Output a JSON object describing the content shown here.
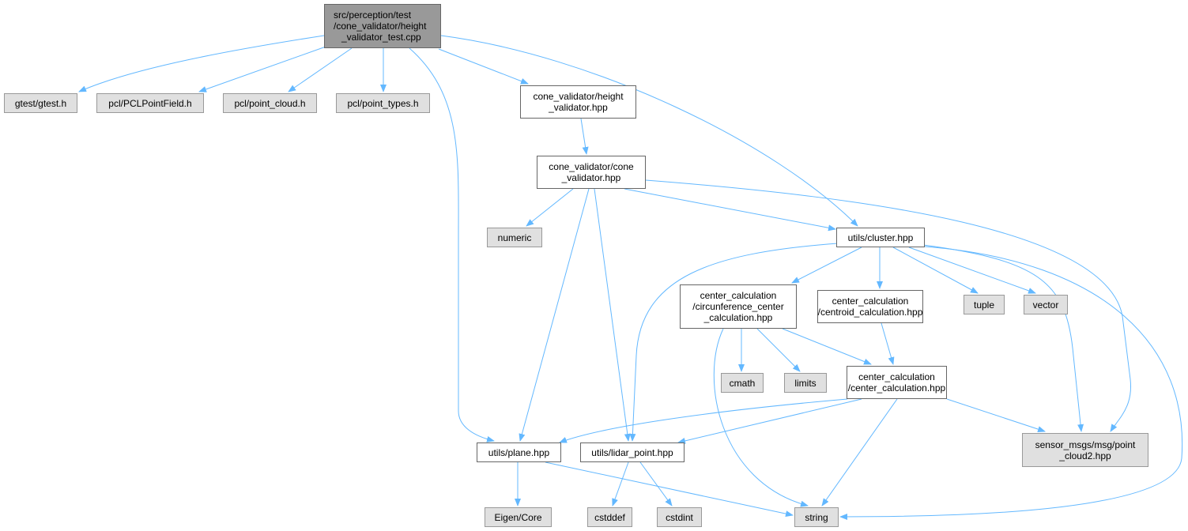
{
  "graph": {
    "edge_color": "#63b8ff",
    "nodes": {
      "root": [
        "src/perception/test",
        "/cone_validator/height",
        "_validator_test.cpp"
      ],
      "gtest": "gtest/gtest.h",
      "pcl_field": "pcl/PCLPointField.h",
      "pcl_cloud": "pcl/point_cloud.h",
      "pcl_types": "pcl/point_types.h",
      "height_validator": [
        "cone_validator/height",
        "_validator.hpp"
      ],
      "cone_validator": [
        "cone_validator/cone",
        "_validator.hpp"
      ],
      "numeric": "numeric",
      "cluster": "utils/cluster.hpp",
      "circ": [
        "center_calculation",
        "/circunference_center",
        "_calculation.hpp"
      ],
      "centroid": [
        "center_calculation",
        "/centroid_calculation.hpp"
      ],
      "tuple": "tuple",
      "vector": "vector",
      "cmath": "cmath",
      "limits": "limits",
      "center": [
        "center_calculation",
        "/center_calculation.hpp"
      ],
      "pc2": [
        "sensor_msgs/msg/point",
        "_cloud2.hpp"
      ],
      "plane": "utils/plane.hpp",
      "lidar": "utils/lidar_point.hpp",
      "eigen": "Eigen/Core",
      "string": "string",
      "cstddef": "cstddef",
      "cstdint": "cstdint"
    },
    "edges": [
      [
        "root",
        "gtest"
      ],
      [
        "root",
        "pcl_field"
      ],
      [
        "root",
        "pcl_cloud"
      ],
      [
        "root",
        "pcl_types"
      ],
      [
        "root",
        "plane"
      ],
      [
        "root",
        "height_validator"
      ],
      [
        "root",
        "cluster"
      ],
      [
        "height_validator",
        "cone_validator"
      ],
      [
        "cone_validator",
        "numeric"
      ],
      [
        "cone_validator",
        "plane"
      ],
      [
        "cone_validator",
        "lidar"
      ],
      [
        "cone_validator",
        "cluster"
      ],
      [
        "cone_validator",
        "pc2"
      ],
      [
        "cluster",
        "circ"
      ],
      [
        "cluster",
        "centroid"
      ],
      [
        "cluster",
        "tuple"
      ],
      [
        "cluster",
        "vector"
      ],
      [
        "cluster",
        "lidar"
      ],
      [
        "cluster",
        "pc2"
      ],
      [
        "cluster",
        "string"
      ],
      [
        "circ",
        "cmath"
      ],
      [
        "circ",
        "limits"
      ],
      [
        "circ",
        "center"
      ],
      [
        "circ",
        "string"
      ],
      [
        "centroid",
        "center"
      ],
      [
        "center",
        "plane"
      ],
      [
        "center",
        "lidar"
      ],
      [
        "center",
        "string"
      ],
      [
        "center",
        "pc2"
      ],
      [
        "plane",
        "eigen"
      ],
      [
        "plane",
        "string"
      ],
      [
        "lidar",
        "cstddef"
      ],
      [
        "lidar",
        "cstdint"
      ]
    ]
  }
}
